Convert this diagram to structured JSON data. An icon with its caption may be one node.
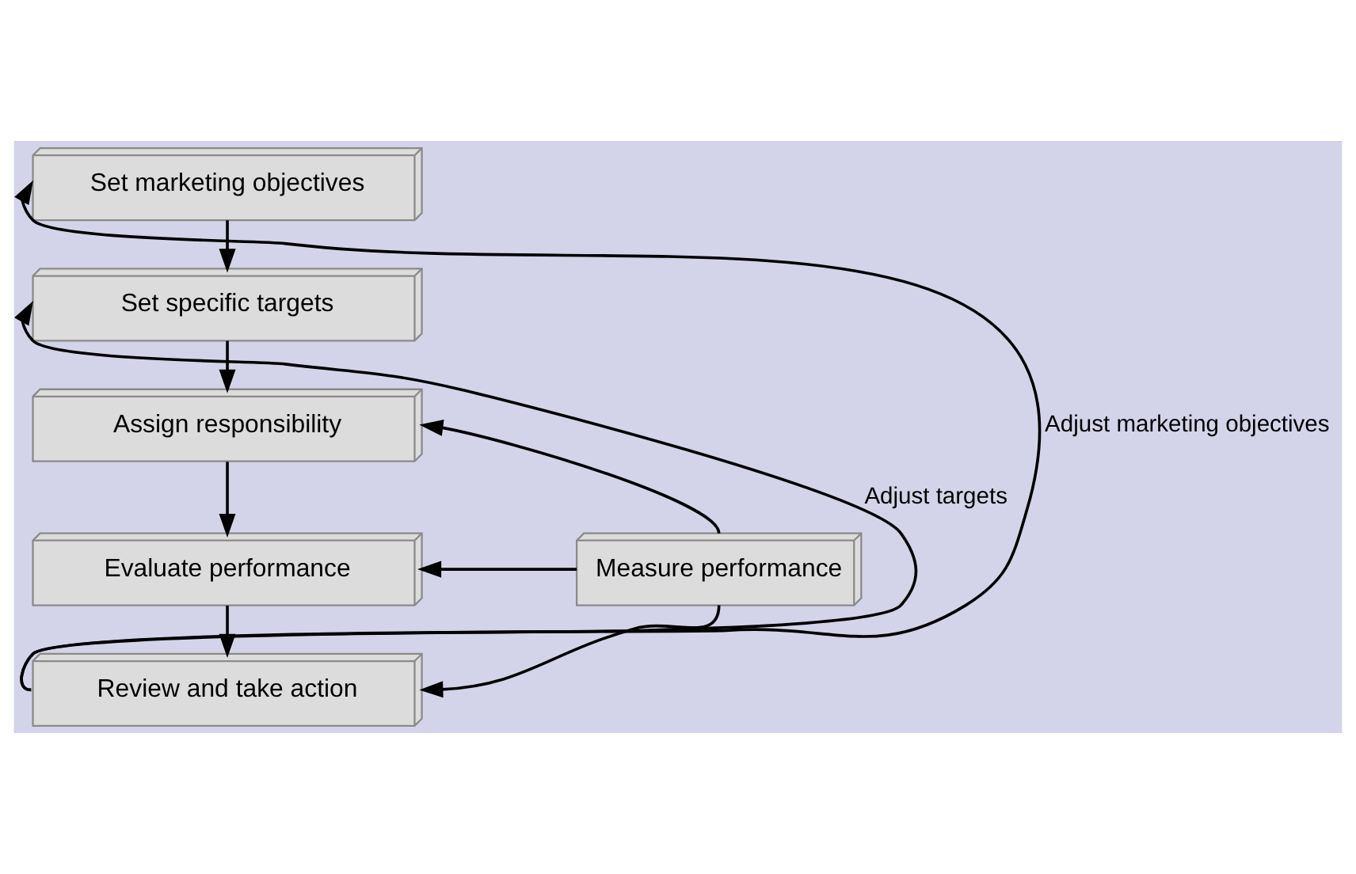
{
  "diagram": {
    "nodes": [
      {
        "text": [
          "Set marketing objectives"
        ]
      },
      {
        "text": [
          "Set specific targets"
        ]
      },
      {
        "text": [
          "Assign responsibility"
        ]
      },
      {
        "text": [
          "Evaluate performance"
        ]
      },
      {
        "text": [
          "Review and take action"
        ]
      },
      {
        "text": [
          "Measure performance"
        ]
      }
    ],
    "edges": [
      {
        "from": 0,
        "to": 1,
        "arrow": "to"
      },
      {
        "from": 1,
        "to": 2,
        "arrow": "to"
      },
      {
        "from": 2,
        "to": 3,
        "arrow": "to"
      },
      {
        "from": 3,
        "to": 4,
        "arrow": "to"
      },
      {
        "from": 4,
        "to": 0,
        "arrow": "to",
        "label": "Adjust marketing objectives"
      },
      {
        "from": 4,
        "to": 1,
        "arrow": "to",
        "label": "Adjust targets"
      },
      {
        "from": 5,
        "to": 2,
        "arrow": "to"
      },
      {
        "from": 5,
        "to": 3,
        "arrow": "to"
      },
      {
        "from": 5,
        "to": 4,
        "arrow": "to"
      }
    ]
  }
}
